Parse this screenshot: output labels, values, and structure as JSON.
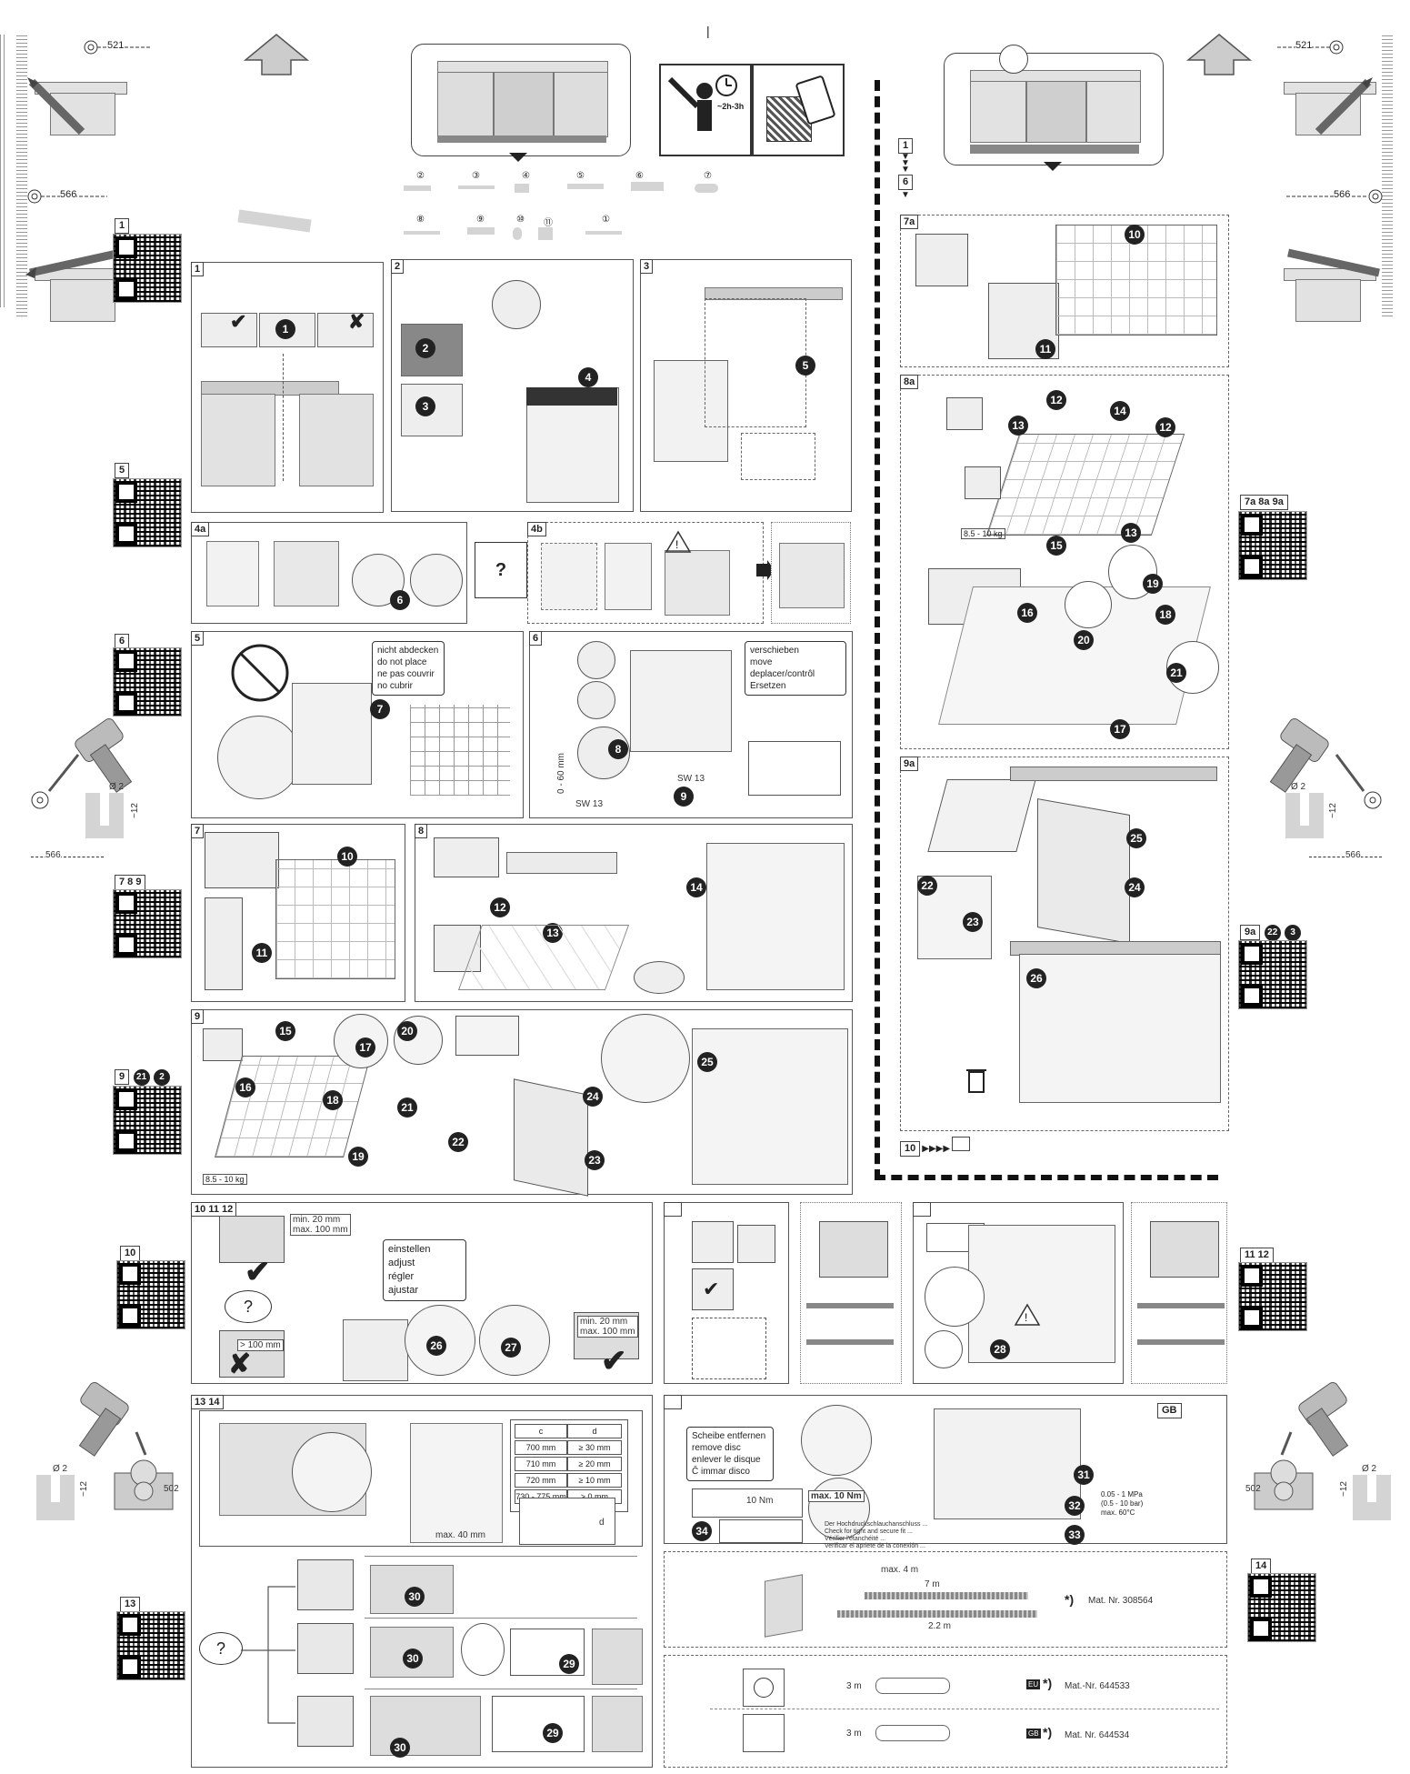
{
  "top_dims": {
    "left": "521",
    "right": "521",
    "left_566": "566",
    "right_566": "566",
    "bottom_left_566": "566",
    "bottom_right_566": "566",
    "left_502": "502",
    "right_502": "502"
  },
  "drill": {
    "dia": "Ø 2",
    "depth": "~12"
  },
  "time_badge": "~2h-3h",
  "parts": [
    "①",
    "②",
    "③",
    "④",
    "⑤",
    "⑥",
    "⑦",
    "⑧",
    "⑨",
    "⑩",
    "⑪"
  ],
  "steps": {
    "s1": "1",
    "s2": "2",
    "s3": "3",
    "s4a": "4a",
    "s4b": "4b",
    "s5": "5",
    "s6": "6",
    "s7": "7",
    "s8": "8",
    "s9": "9",
    "s10": "10",
    "s10_hdr": "11 12",
    "s13": "13",
    "s13_hdr": "14",
    "s7a": "7a",
    "s8a": "8a",
    "s9a": "9a",
    "right_seq_1": "1",
    "right_seq_6": "6",
    "right_seq_10": "10"
  },
  "qr_labels": {
    "q1": "1",
    "q5": "5",
    "q6": "6",
    "q789": "7 8 9",
    "q9": "9",
    "q9_c1": "21",
    "q9_c2": "2",
    "q10": "10",
    "q13": "13",
    "q7a": "7a 8a 9a",
    "q9a": "9a",
    "q9a_c1": "22",
    "q9a_c2": "3",
    "q1112": "11 12",
    "q14": "14"
  },
  "circles": {
    "c1": "1",
    "c2": "2",
    "c3": "3",
    "c4": "4",
    "c5": "5",
    "c6": "6",
    "c7": "7",
    "c8": "8",
    "c9": "9",
    "c10": "10",
    "c11": "11",
    "c12": "12",
    "c13": "13",
    "c14": "14",
    "c15": "15",
    "c16": "16",
    "c17": "17",
    "c18": "18",
    "c19": "19",
    "c20": "20",
    "c21": "21",
    "c22": "22",
    "c23": "23",
    "c24": "24",
    "c25": "25",
    "c26": "26",
    "c27": "27",
    "c28": "28",
    "c29": "29",
    "c30": "30",
    "c31": "31",
    "c32": "32",
    "c33": "33",
    "c34": "34"
  },
  "panel5_warning": [
    "nicht abdecken",
    "do not place",
    "ne pas couvrir",
    "no cubrir"
  ],
  "panel6_warning": [
    "verschieben",
    "move",
    "deplacer/contrôl",
    "Ersetzen"
  ],
  "panel6_dims": {
    "sw13a": "SW 13",
    "sw13b": "SW 13",
    "range": "0 - 60 mm"
  },
  "panel10_dims": {
    "min": "min. 20 mm",
    "max": "max. 100 mm",
    "lt": "> 100 mm",
    "ok_min": "min. 20 mm",
    "ok_max": "max. 100 mm"
  },
  "panel10_words": [
    "einstellen",
    "adjust",
    "régler",
    "ajustar"
  ],
  "panel13_table": {
    "headers": [
      "c",
      "d"
    ],
    "rows": [
      [
        "700 mm",
        "≥ 30 mm"
      ],
      [
        "710 mm",
        "≥ 20 mm"
      ],
      [
        "720 mm",
        "≥ 10 mm"
      ],
      [
        "730 - 775 mm",
        "≥ 0 mm"
      ]
    ]
  },
  "panel13_dims": {
    "d": "d",
    "max": "max. 40 mm"
  },
  "panel_water": {
    "lang": [
      "Scheibe entfernen",
      "remove disc",
      "enlever le disque",
      "Č immar disco"
    ],
    "max_torque": "max. 10 Nm",
    "torque2": "10 Nm",
    "gb_label": "GB",
    "notes": [
      "Der Hochdruckschlauchanschluss ...",
      "Check for tight and secure fit ...",
      "Vérifier l'étanchéité ...",
      "Verificar el apriete de la conexión ..."
    ],
    "spec1": "0.05 - 1 MPa",
    "spec2": "(0.5 - 10 bar)",
    "spec3": "max. 60°C"
  },
  "extension": {
    "len1": "7 m",
    "len2": "2.2 m",
    "max": "max. 4 m",
    "mat": "Mat. Nr. 308564",
    "star": "*)"
  },
  "power": {
    "row1_len": "3 m",
    "row1_badge": "EU",
    "row1_mat": "Mat.-Nr. 644533",
    "row2_len": "3 m",
    "row2_badge": "GB",
    "row2_mat": "Mat. Nr. 644534",
    "star": "*)"
  },
  "weight": {
    "w1": "8.5 - 10 kg",
    "w2": "8.5 - 10 kg"
  }
}
